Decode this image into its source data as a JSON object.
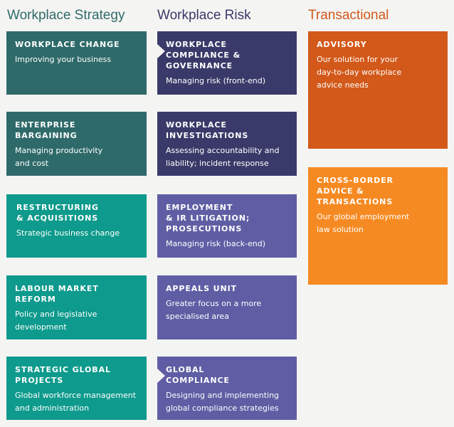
{
  "colors": {
    "strategy_dark": "#2f6a6a",
    "strategy_teal": "#0e9a8c",
    "risk_dark": "#3a3a6a",
    "risk_purple": "#5f5ea4",
    "transactional_dark": "#d2591a",
    "transactional_light": "#f68a22",
    "heading_strategy": "#2f6a6a",
    "heading_risk": "#3a3a6a",
    "heading_transactional": "#d2591a"
  },
  "columns": {
    "strategy": {
      "title": "Workplace Strategy"
    },
    "risk": {
      "title": "Workplace Risk"
    },
    "transactional": {
      "title": "Transactional"
    }
  },
  "strategy": [
    {
      "title": "WORKPLACE CHANGE",
      "desc": "Improving your business"
    },
    {
      "title": "ENTERPRISE\nBARGAINING",
      "desc": "Managing productivity\nand cost"
    },
    {
      "title": "RESTRUCTURING\n& ACQUISITIONS",
      "desc": "Strategic business change"
    },
    {
      "title": "LABOUR MARKET\nREFORM",
      "desc": "Policy and legislative\ndevelopment"
    },
    {
      "title": "STRATEGIC GLOBAL\nPROJECTS",
      "desc": "Global workforce management\nand administration"
    }
  ],
  "risk": [
    {
      "title": "WORKPLACE\nCOMPLIANCE &\nGOVERNANCE",
      "desc": "Managing risk (front-end)"
    },
    {
      "title": "WORKPLACE\nINVESTIGATIONS",
      "desc": "Assessing accountability and\nliability; incident response"
    },
    {
      "title": "EMPLOYMENT\n& IR LITIGATION;\nPROSECUTIONS",
      "desc": "Managing risk (back-end)"
    },
    {
      "title": "APPEALS UNIT",
      "desc": "Greater focus on a more\nspecialised area"
    },
    {
      "title": "GLOBAL\nCOMPLIANCE",
      "desc": "Designing and implementing\nglobal compliance strategies"
    }
  ],
  "transactional": [
    {
      "title": "ADVISORY",
      "desc": "Our solution for your\nday-to-day workplace\nadvice needs"
    },
    {
      "title": "CROSS-BORDER\nADVICE &\nTRANSACTIONS",
      "desc": "Our global employment\nlaw solution"
    }
  ]
}
